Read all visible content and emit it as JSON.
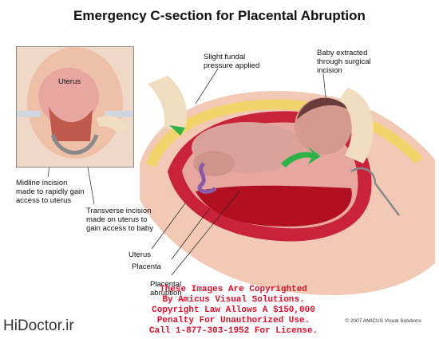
{
  "title": "Emergency C-section for Placental Abruption",
  "labels": {
    "uterus_inset": "Uterus",
    "fundal_pressure": [
      "Slight fundal",
      "pressure applied"
    ],
    "baby_extracted": [
      "Baby extracted",
      "through surgical",
      "incision"
    ],
    "midline_incision": [
      "Midline incision",
      "made to rapidly gain",
      "access to uterus"
    ],
    "transverse_incision": [
      "Transverse incision",
      "made on uterus to",
      "gain access to baby"
    ],
    "uterus": "Uterus",
    "placenta": "Placenta",
    "placental_abruption": [
      "Placental",
      "abruption"
    ]
  },
  "copyright_notice": [
    "These Images Are Copyrighted",
    "By Amicus Visual Solutions.",
    "Copyright Law Allows A $150,000",
    "Penalty For Unauthorized Use.",
    "Call 1-877-303-1952 For License."
  ],
  "credit": "© 2007 AMICUS Visual Solutions",
  "watermark": "HiDoctor.ir",
  "colors": {
    "skin": "#eec0a8",
    "uterus_wall": "#c8233a",
    "blood": "#b0101f",
    "arrow": "#2fb24a",
    "warning_text": "#e0102c"
  }
}
